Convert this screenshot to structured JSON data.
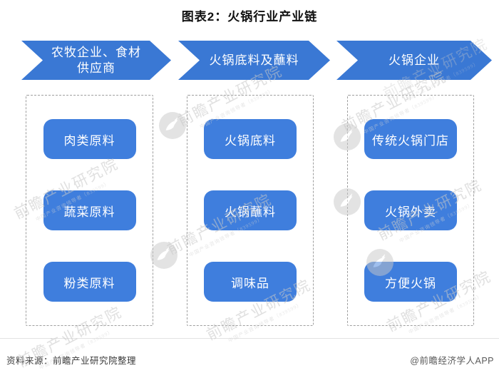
{
  "title": "图表2：火锅行业产业链",
  "colors": {
    "arrow_blue": "#3a78d4",
    "box_blue": "#3f7edd",
    "dashed_border": "#9e9e9e"
  },
  "stages": [
    {
      "label": "农牧企业、食材\n供应商",
      "items": [
        "肉类原料",
        "蔬菜原料",
        "粉类原料"
      ]
    },
    {
      "label": "火锅底料及蘸料",
      "items": [
        "火锅底料",
        "火锅蘸料",
        "调味品"
      ]
    },
    {
      "label": "火锅企业",
      "items": [
        "传统火锅门店",
        "火锅外卖",
        "方便火锅"
      ]
    }
  ],
  "footer": {
    "source": "资料来源：前瞻产业研究院整理",
    "credit": "@前瞻经济学人APP"
  },
  "watermark": {
    "text": "前瞻产业研究院",
    "subtext": "中国产业咨询领导者（839599）"
  }
}
